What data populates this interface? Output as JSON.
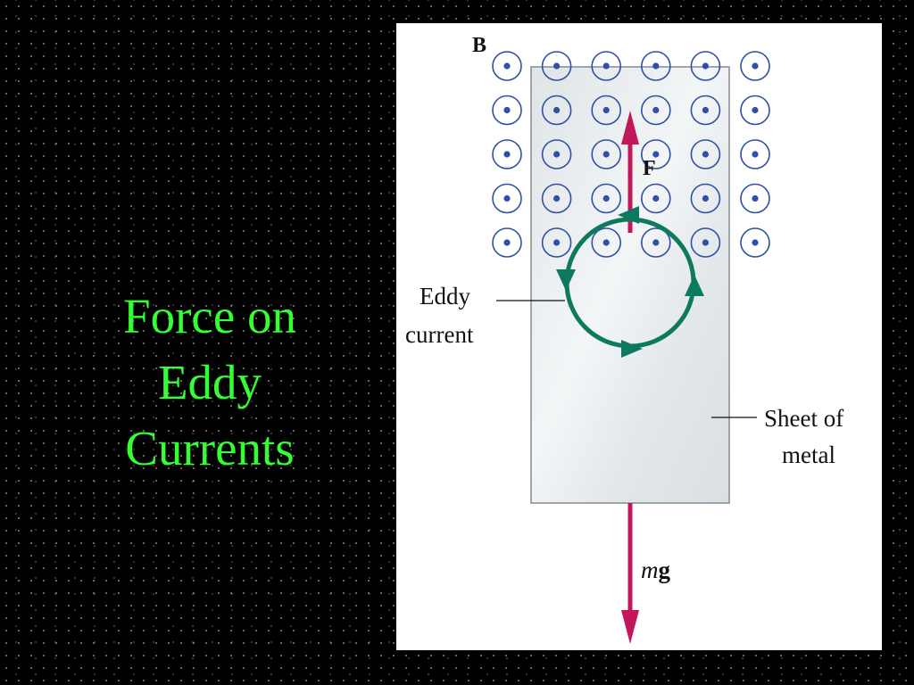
{
  "slide": {
    "title_lines": [
      "Force on",
      "Eddy",
      "Currents"
    ],
    "title_color": "#33ff33",
    "background": "#000000"
  },
  "diagram": {
    "field_label": "B",
    "force_label": "F",
    "eddy_label_lines": [
      "Eddy",
      "current"
    ],
    "sheet_label_lines": [
      "Sheet of",
      "metal"
    ],
    "weight_label_m": "m",
    "weight_label_g": "g",
    "field_direction": "out of page",
    "field_grid": {
      "rows": 5,
      "cols": 6
    },
    "colors": {
      "field": "#2f4fa8",
      "eddy": "#0d7a5f",
      "force_arrow": "#c2185b",
      "sheet": "#e7ebed",
      "sheet_border": "#8a9399"
    }
  }
}
